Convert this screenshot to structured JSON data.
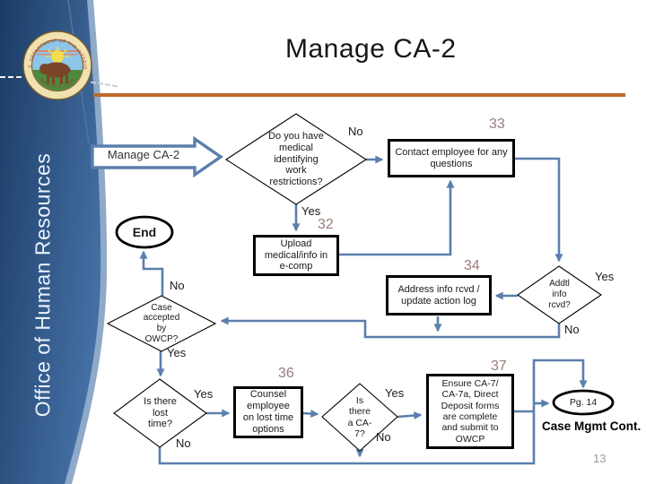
{
  "slide": {
    "title": "Manage CA-2",
    "sidebar_text": "Office of Human Resources",
    "page_number": "13",
    "footer_note": "Case Mgmt Cont."
  },
  "entry_arrow_label": "Manage CA-2",
  "flowchart": {
    "restrictions_diamond": "Do you have\nmedical\nidentifying\nwork\nrestrictions?",
    "contact_num": "33",
    "contact_box": "Contact employee for any\nquestions",
    "upload_num": "32",
    "upload_box": "Upload\nmedical/info in\ne-comp",
    "end_oval": "End",
    "address_num": "34",
    "address_box": "Address info rcvd /\nupdate action log",
    "addtl_diamond": "Addtl\ninfo\nrcvd?",
    "case_diamond": "Case\naccepted\nby\nOWCP?",
    "losttime_diamond": "Is there\nlost\ntime?",
    "counsel_num": "36",
    "counsel_box": "Counsel\nemployee\non lost time\noptions",
    "ca7_diamond": "Is\nthere\na CA-\n7?",
    "ensure_num": "37",
    "ensure_box": "Ensure CA-7/\nCA-7a, Direct\nDeposit forms\nare complete\nand submit to\nOWCP",
    "pg14_oval": "Pg. 14",
    "labels": {
      "restrictions_no": "No",
      "restrictions_yes": "Yes",
      "case_no": "No",
      "case_yes": "Yes",
      "addtl_yes": "Yes",
      "addtl_no": "No",
      "losttime_yes": "Yes",
      "losttime_no": "No",
      "ca7_yes": "Yes",
      "ca7_no": "No"
    }
  },
  "colors": {
    "connector_blue": "#5B7FAD",
    "accent_rule_orange": "#C0692B",
    "step_number_mauve": "#9E7B7B",
    "sidebar_navy": "#1B3B66",
    "page_number_gray": "#9B9B9B"
  }
}
